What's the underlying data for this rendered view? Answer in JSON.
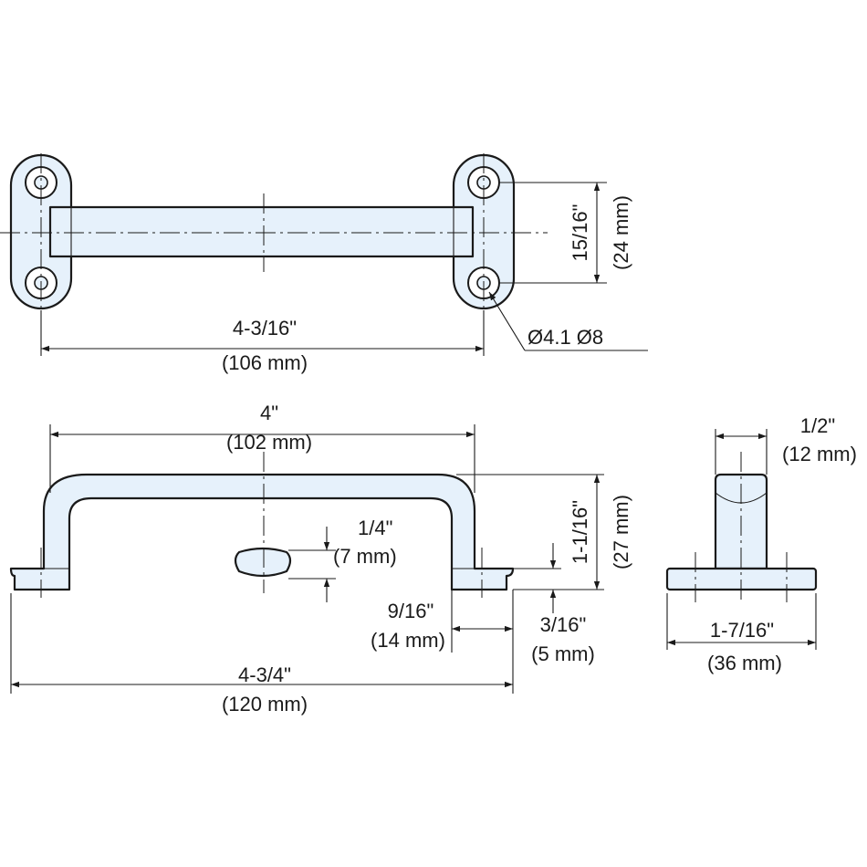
{
  "colors": {
    "part_fill": "#e6f1fb",
    "line": "#1a1a1a",
    "background": "#ffffff"
  },
  "top_view": {
    "hole_spacing_in": "15/16\"",
    "hole_spacing_mm": "(24 mm)",
    "hole_dia": "Ø4.1 Ø8",
    "length_in": "4-3/16\"",
    "length_mm": "(106 mm)"
  },
  "front_view": {
    "span_in": "4\"",
    "span_mm": "(102 mm)",
    "bar_in": "1/4\"",
    "bar_mm": "(7 mm)",
    "height_in": "1-1/16\"",
    "height_mm": "(27 mm)",
    "foot_in": "9/16\"",
    "foot_mm": "(14 mm)",
    "base_in": "3/16\"",
    "base_mm": "(5 mm)",
    "overall_in": "4-3/4\"",
    "overall_mm": "(120 mm)"
  },
  "side_view": {
    "width_in": "1/2\"",
    "width_mm": "(12 mm)",
    "base_in": "1-7/16\"",
    "base_mm": "(36 mm)"
  }
}
